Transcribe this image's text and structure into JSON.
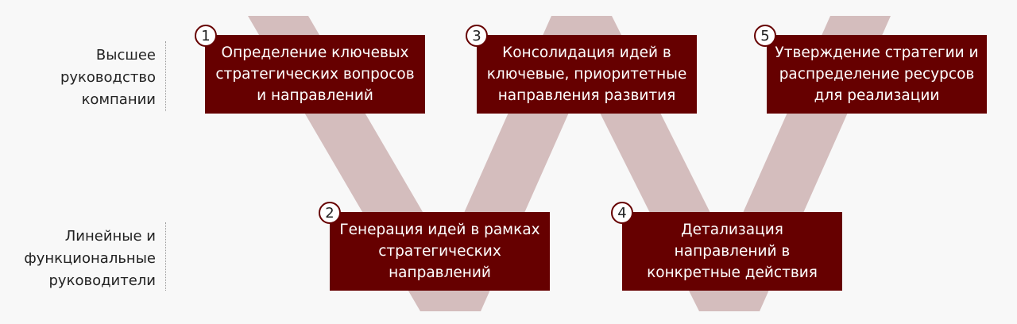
{
  "levels": {
    "top": "Высшее руководство компании",
    "line": "Линейные и функциональные руководители"
  },
  "steps": [
    {
      "number": "1",
      "text": "Определение ключевых стратегических вопросов и направлений"
    },
    {
      "number": "2",
      "text": "Генерация идей в рамках стратегических направлений"
    },
    {
      "number": "3",
      "text": "Консолидация идей в ключевые, приоритетные направления развития"
    },
    {
      "number": "4",
      "text": "Детализация направлений в конкретные действия"
    },
    {
      "number": "5",
      "text": "Утверждение стратегии и распределение ресурсов для реализации"
    }
  ],
  "colors": {
    "box": "#660000",
    "stripe": "#d4bdbd",
    "background": "#f8f8f8"
  }
}
